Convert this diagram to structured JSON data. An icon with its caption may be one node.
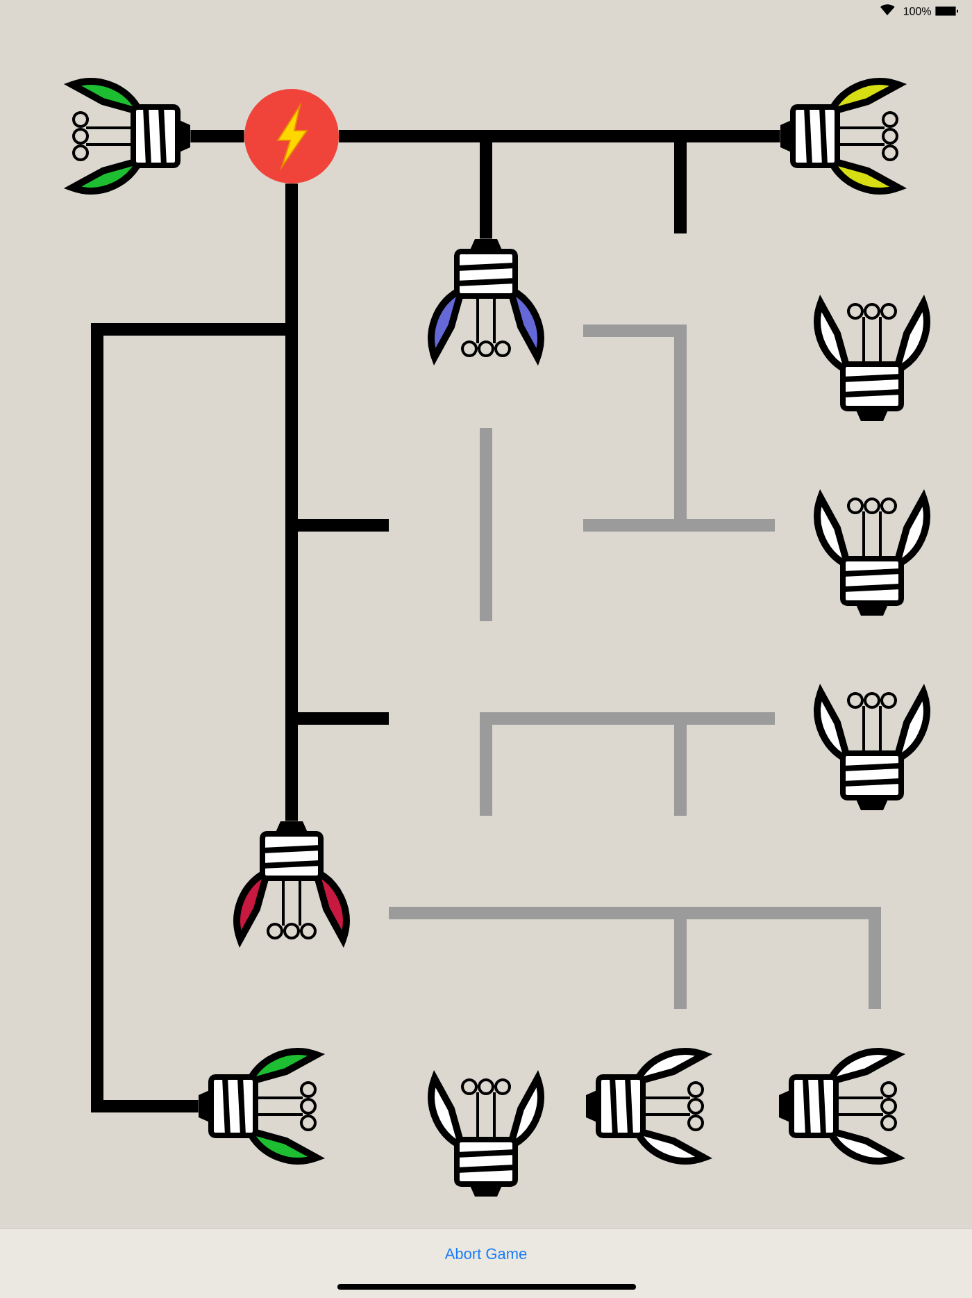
{
  "diagram": {
    "nodes": [
      {
        "text": [],
        "shape": "circle"
      },
      {
        "text": [],
        "shape": "bulb"
      },
      {
        "text": [],
        "shape": "bulb"
      },
      {
        "text": [],
        "shape": "bulb"
      },
      {
        "text": [],
        "shape": "bulb"
      },
      {
        "text": [],
        "shape": "bulb"
      },
      {
        "text": [],
        "shape": "bulb"
      },
      {
        "text": [],
        "shape": "bulb"
      },
      {
        "text": [],
        "shape": "bulb"
      },
      {
        "text": [],
        "shape": "bulb"
      },
      {
        "text": [],
        "shape": "bulb"
      },
      {
        "text": [],
        "shape": "bulb"
      }
    ],
    "edges": [
      {
        "from": 0,
        "to": 1,
        "arrow": "none"
      },
      {
        "from": 0,
        "to": 2,
        "arrow": "none"
      },
      {
        "from": 0,
        "to": 3,
        "arrow": "none"
      },
      {
        "from": 0,
        "to": 7,
        "arrow": "none"
      },
      {
        "from": 0,
        "to": 8,
        "arrow": "none"
      }
    ],
    "labels": [
      "100%",
      "Abort Game"
    ]
  }
}
